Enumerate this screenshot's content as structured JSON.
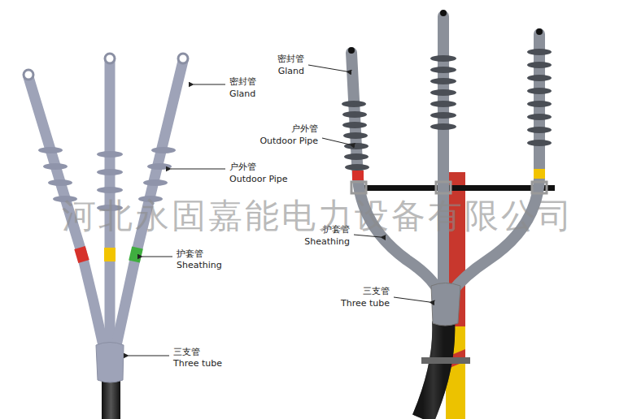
{
  "diagram": {
    "labels": [
      "密封管",
      "Gland",
      "户外管",
      "Outdoor Pipe",
      "护套管",
      "Sheathing",
      "三支管",
      "Three tube",
      "密封管",
      "Gland",
      "户外管",
      "Outdoor Pipe",
      "护套管",
      "Sheathing",
      "三支管",
      "Three tube",
      "河北永固嘉能电力设备有限公司"
    ]
  }
}
